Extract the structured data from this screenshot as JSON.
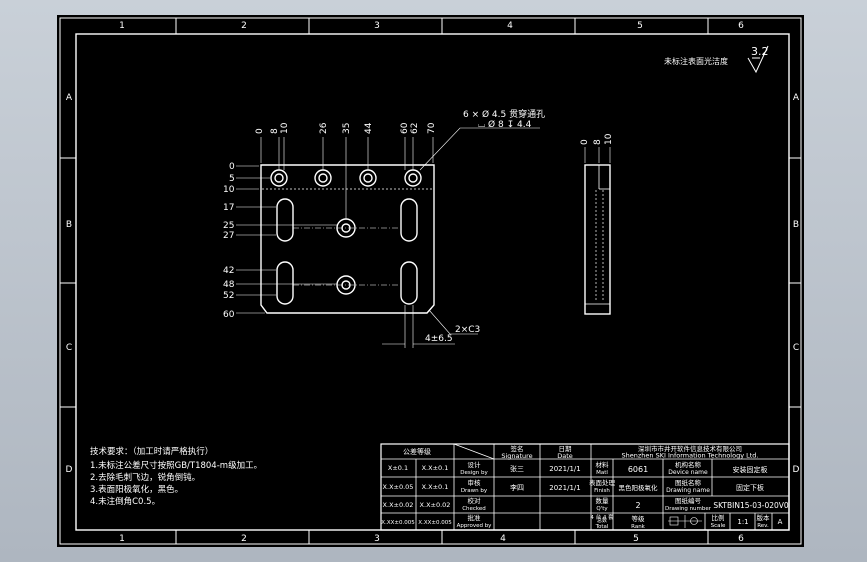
{
  "app": {
    "viewport_bg": "#aeb6c0",
    "paper_bg": "#000000",
    "line_color": "#ffffff"
  },
  "border": {
    "cols": [
      "1",
      "2",
      "3",
      "4",
      "5",
      "6"
    ],
    "rows": [
      "A",
      "B",
      "C",
      "D"
    ]
  },
  "roughness": {
    "value": "3.2",
    "note": "未标注表面光洁度"
  },
  "front_view": {
    "hole_note_line1": "6 × Ø 4.5 贯穿通孔",
    "hole_note_line2": "⌴ Ø 8 ↧ 4.4",
    "top_dims": [
      "0",
      "8",
      "10",
      "26",
      "35",
      "44",
      "60",
      "62",
      "70"
    ],
    "left_dims": [
      "0",
      "5",
      "10",
      "17",
      "25",
      "27",
      "42",
      "48",
      "52",
      "60"
    ],
    "bottom_dim": "4±6.5",
    "chamfer": "2×C3"
  },
  "side_view": {
    "top_dims": [
      "0",
      "8",
      "10"
    ]
  },
  "tech_requirements": {
    "title": "技术要求：（加工时请严格执行）",
    "lines": [
      "1.未标注公差尺寸按照GB/T1804-m级加工。",
      "2.去除毛刺飞边，锐角倒钝。",
      "3.表面阳极氧化，黑色。",
      "4.未注倒角C0.5。"
    ]
  },
  "title_block": {
    "tolerance_header": "公差等级",
    "tol_rows": [
      {
        "a": "X±0.1",
        "b": "X.X±0.1"
      },
      {
        "a": "X.X±0.05",
        "b": "X.X±0.1"
      },
      {
        "a": "X.X±0.02",
        "b": "X.X±0.02"
      },
      {
        "a": "X.XX±0.005",
        "b": "X.XX±0.005"
      }
    ],
    "role_labels": [
      {
        "cn": "设计",
        "en": "Design by"
      },
      {
        "cn": "审核",
        "en": "Drawn by"
      },
      {
        "cn": "校对",
        "en": "Checked"
      },
      {
        "cn": "批准",
        "en": "Approved by"
      }
    ],
    "signature_header": {
      "cn": "签名",
      "en": "Signature"
    },
    "date_header": {
      "cn": "日期",
      "en": "Date"
    },
    "signatures": [
      "张三",
      "李四"
    ],
    "dates": [
      "2021/1/1",
      "2021/1/1"
    ],
    "company_cn": "深圳市市井开软件信息技术有限公司",
    "company_en": "Shenzhen SKI Information Technology Ltd.",
    "material_label": {
      "cn": "材料",
      "en": "Matl"
    },
    "material_value": "6061",
    "device_name_label": {
      "cn": "机构名称",
      "en": "Device name"
    },
    "device_name_value": "安装固定板",
    "finish_label": {
      "cn": "表面处理",
      "en": "Finish"
    },
    "finish_value": "黑色阳极氧化",
    "drawing_name_label": {
      "cn": "图纸名称",
      "en": "Drawing name"
    },
    "drawing_name_value": "固定下板",
    "qty_label": {
      "cn": "数量",
      "en": "Q'ty"
    },
    "qty_value": "2",
    "drawing_number_label": {
      "cn": "图纸编号",
      "en": "Drawing number"
    },
    "drawing_number_value": "SKTBIN15-03-020V0",
    "total_label": {
      "cn": "总数",
      "en": "Total"
    },
    "total_value": "4 台 4 套",
    "rank_label": {
      "cn": "等级",
      "en": "Rank"
    },
    "scale_label": {
      "cn": "比例",
      "en": "Scale"
    },
    "scale_value": "1:1",
    "rev_label": {
      "cn": "版本",
      "en": "Rev."
    },
    "rev_value": "A"
  }
}
